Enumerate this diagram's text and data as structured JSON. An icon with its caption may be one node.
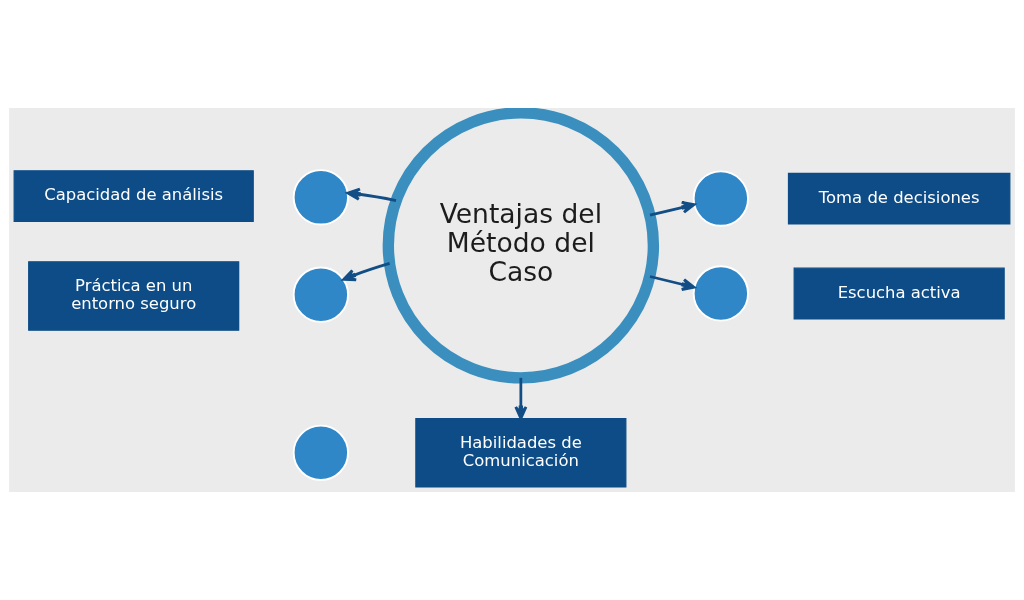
{
  "diagram": {
    "nodes": [
      {
        "text": [
          "Capacidad de análisis"
        ]
      },
      {
        "text": [],
        "shape": "circle"
      },
      {
        "text": [
          "Ventajas del Método del Caso"
        ]
      },
      {
        "text": [],
        "shape": "circle"
      },
      {
        "text": [
          "Toma de decisiones"
        ]
      },
      {
        "text": [
          "Práctica en un entorno seguro"
        ]
      },
      {
        "text": [],
        "shape": "circle"
      },
      {
        "text": [],
        "shape": "circle"
      },
      {
        "text": [
          "Escucha activa"
        ]
      },
      {
        "text": [],
        "shape": "circle"
      },
      {
        "text": [
          "Habilidades de Comunicación"
        ]
      }
    ],
    "edges": [
      {
        "from": 2,
        "to": 1,
        "arrow": "to"
      },
      {
        "from": 2,
        "to": 3,
        "arrow": "to"
      },
      {
        "from": 2,
        "to": 6,
        "arrow": "to"
      },
      {
        "from": 2,
        "to": 7,
        "arrow": "to"
      },
      {
        "from": 2,
        "to": 10,
        "arrow": "to"
      }
    ]
  }
}
